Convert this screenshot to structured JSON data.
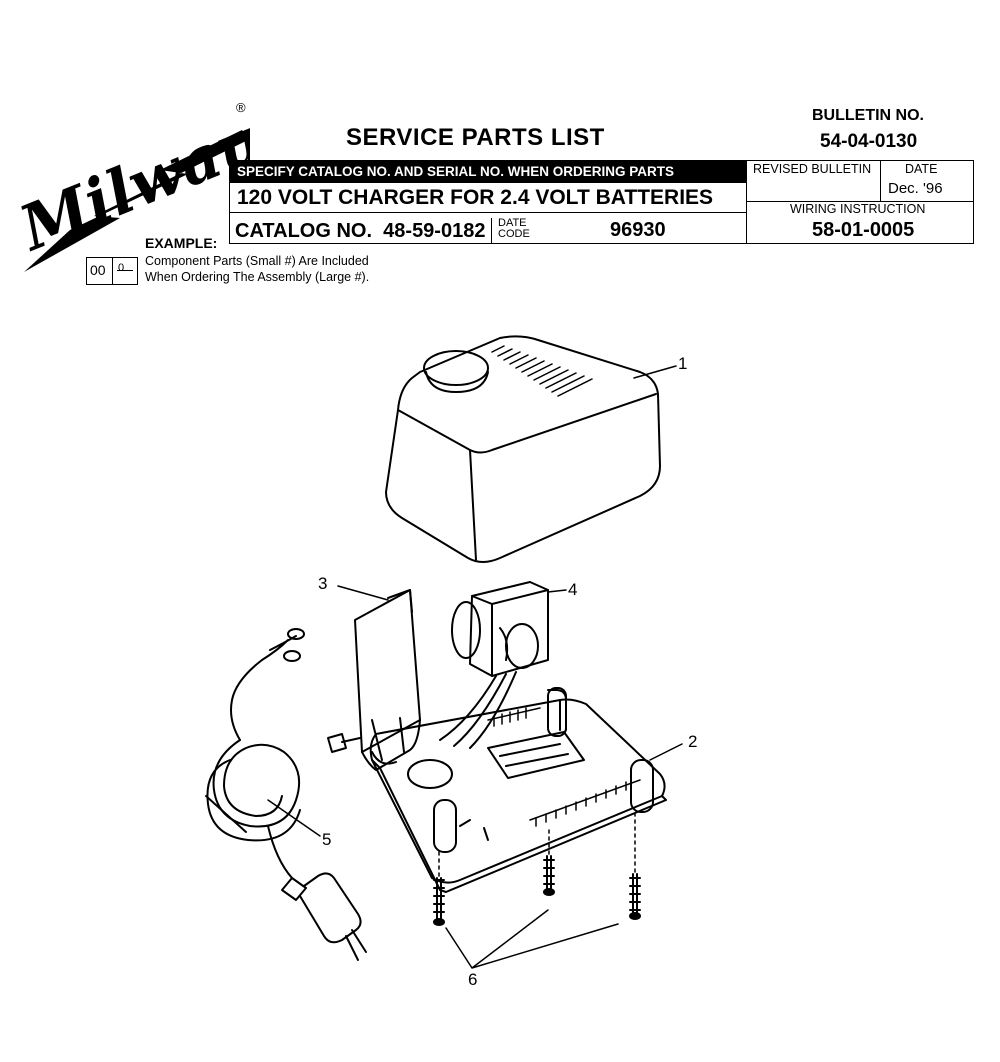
{
  "brand": {
    "logo_text": "Milwaukee",
    "registered_mark": "®"
  },
  "header": {
    "title": "SERVICE PARTS LIST",
    "bulletin_label": "BULLETIN NO.",
    "bulletin_number": "54-04-0130",
    "specify_note": "SPECIFY CATALOG NO. AND SERIAL NO. WHEN ORDERING PARTS",
    "revised_bulletin_label": "REVISED BULLETIN",
    "revised_bulletin_value": "",
    "date_label": "DATE",
    "date_value": "Dec. '96",
    "product_title": "120 VOLT CHARGER FOR 2.4 VOLT BATTERIES",
    "wiring_label": "WIRING INSTRUCTION",
    "wiring_number": "58-01-0005",
    "catalog_label": "CATALOG NO.",
    "catalog_number": "48-59-0182",
    "date_code_label_1": "DATE",
    "date_code_label_2": "CODE",
    "date_code_value": "96930"
  },
  "example": {
    "label": "EXAMPLE:",
    "assembly_number": "00",
    "component_number": "0",
    "line1": "Component Parts (Small #) Are Included",
    "line2": "When Ordering The Assembly (Large #)."
  },
  "callouts": [
    "1",
    "2",
    "3",
    "4",
    "5",
    "6"
  ]
}
